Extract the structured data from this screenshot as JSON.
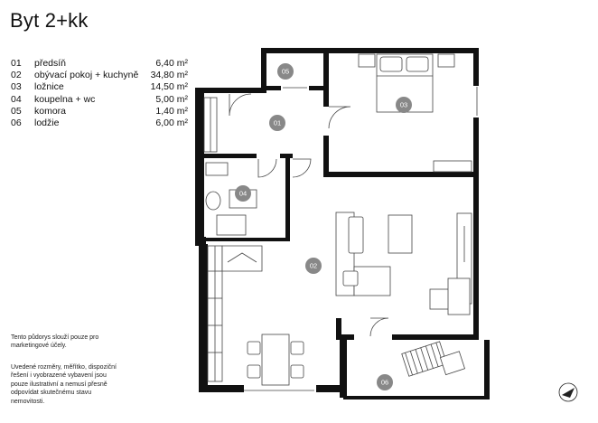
{
  "title": "Byt 2+kk",
  "rooms": [
    {
      "num": "01",
      "name": "předsíň",
      "area": "6,40 m²"
    },
    {
      "num": "02",
      "name": "obývací pokoj + kuchyně",
      "area": "34,80 m²"
    },
    {
      "num": "03",
      "name": "ložnice",
      "area": "14,50 m²"
    },
    {
      "num": "04",
      "name": "koupelna + wc",
      "area": "5,00 m²"
    },
    {
      "num": "05",
      "name": "komora",
      "area": "1,40 m²"
    },
    {
      "num": "06",
      "name": "lodžie",
      "area": "6,00 m²"
    }
  ],
  "notes": {
    "marketing": "Tento půdorys slouží pouze pro marketingové účely.",
    "disclaimer": "Uvedené rozměry, měřítko, dispoziční řešení i vyobrazené vybavení jsou pouze ilustrativní a nemusí přesně odpovídat skutečnému stavu nemovitosti."
  },
  "plan_labels": {
    "r01": "01",
    "r02": "02",
    "r03": "03",
    "r04": "04",
    "r05": "05",
    "r06": "06"
  },
  "colors": {
    "wall": "#111111",
    "badge": "#888888"
  },
  "icons": {
    "compass": "north-arrow-icon"
  }
}
